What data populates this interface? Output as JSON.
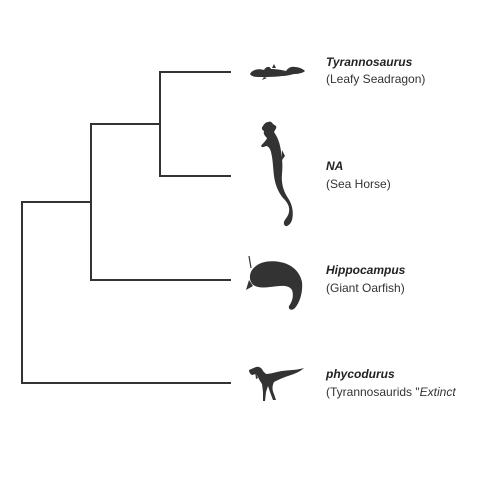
{
  "tips": [
    {
      "genus": "Tyrannosaurus",
      "common_prefix": "(Leafy Seadragon)",
      "common_italic": "",
      "silhouette": "leafy-seadragon-silhouette"
    },
    {
      "genus": "NA",
      "common_prefix": "(Sea Horse)",
      "common_italic": "",
      "silhouette": "seahorse-silhouette"
    },
    {
      "genus": "Hippocampus",
      "common_prefix": "(Giant Oarfish)",
      "common_italic": "",
      "silhouette": "oarfish-silhouette"
    },
    {
      "genus": "phycodurus",
      "common_prefix": "(Tyrannosaurids \"",
      "common_italic": "Extinct",
      "silhouette": "tyrannosaur-silhouette"
    }
  ],
  "colors": {
    "branch": "#333333",
    "silhouette": "#333333"
  }
}
